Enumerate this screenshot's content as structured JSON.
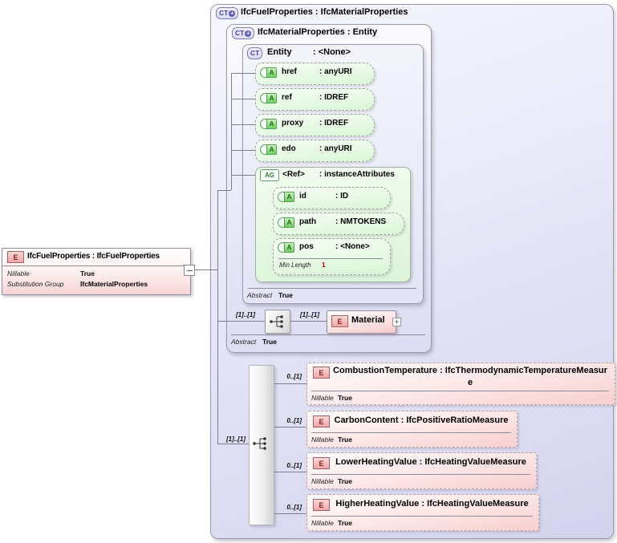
{
  "root_element": {
    "badge": "E",
    "title": "IfcFuelProperties : IfcFuelProperties",
    "props": [
      {
        "label": "Nillable",
        "value": "True"
      },
      {
        "label": "Substitution Group",
        "value": "IfcMaterialProperties"
      }
    ]
  },
  "outer_type": {
    "badge": "CT",
    "badge_plus": "+",
    "title": "IfcFuelProperties : IfcMaterialProperties"
  },
  "parent_type": {
    "badge": "CT",
    "badge_plus": "+",
    "title": "IfcMaterialProperties : Entity",
    "abstract_label": "Abstract",
    "abstract_value": "True"
  },
  "entity_type": {
    "badge": "CT",
    "name": "Entity",
    "type": ": <None>",
    "abstract_label": "Abstract",
    "abstract_value": "True"
  },
  "attributes": [
    {
      "badge": "A",
      "name": "href",
      "type": ": anyURI"
    },
    {
      "badge": "A",
      "name": "ref",
      "type": ": IDREF"
    },
    {
      "badge": "A",
      "name": "proxy",
      "type": ": IDREF"
    },
    {
      "badge": "A",
      "name": "edo",
      "type": ": anyURI"
    }
  ],
  "attr_group": {
    "badge": "AG",
    "name": "<Ref>",
    "type": ": instanceAttributes",
    "attributes": [
      {
        "badge": "A",
        "name": "id",
        "type": ": ID"
      },
      {
        "badge": "A",
        "name": "path",
        "type": ": NMTOKENS"
      },
      {
        "badge": "A",
        "name": "pos",
        "type": ": <None>",
        "facet_label": "Min Length",
        "facet_value": "1"
      }
    ]
  },
  "material_ref": {
    "card_left": "[1]..[1]",
    "card_right": "[1]..[1]",
    "badge": "E",
    "name": "Material",
    "expand": "+"
  },
  "content_model": {
    "cardinality": "[1]..[1]",
    "elements": [
      {
        "cardinality": "0..[1]",
        "badge": "E",
        "title": "CombustionTemperature : IfcThermodynamicTemperatureMeasure",
        "nillable_label": "Nillable",
        "nillable_value": "True"
      },
      {
        "cardinality": "0..[1]",
        "badge": "E",
        "title": "CarbonContent : IfcPositiveRatioMeasure",
        "nillable_label": "Nillable",
        "nillable_value": "True"
      },
      {
        "cardinality": "0..[1]",
        "badge": "E",
        "title": "LowerHeatingValue : IfcHeatingValueMeasure",
        "nillable_label": "Nillable",
        "nillable_value": "True"
      },
      {
        "cardinality": "0..[1]",
        "badge": "E",
        "title": "HigherHeatingValue : IfcHeatingValueMeasure",
        "nillable_label": "Nillable",
        "nillable_value": "True"
      }
    ]
  },
  "colors": {
    "complex_type_fill": "#dcdcf3",
    "attribute_fill": "#daf6d7",
    "element_fill": "#f8cfcf",
    "facet_value": "#cc0000"
  }
}
